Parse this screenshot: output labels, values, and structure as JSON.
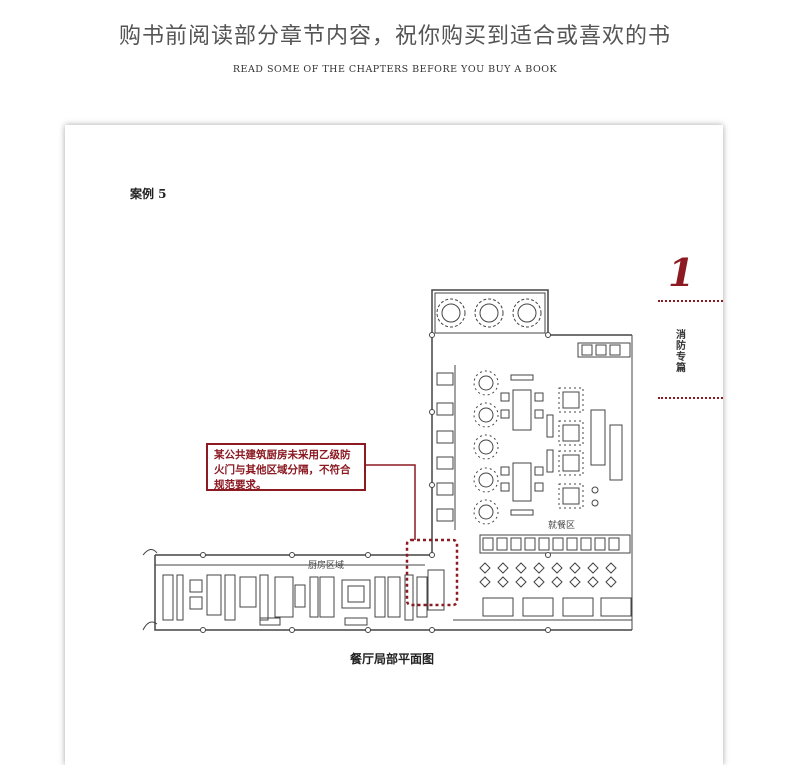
{
  "header": {
    "title": "购书前阅读部分章节内容，祝你购买到适合或喜欢的书",
    "subtitle": "READ SOME OF THE CHAPTERS BEFORE YOU BUY A BOOK"
  },
  "page": {
    "case_label": "案例 5",
    "chapter_number": "1",
    "chapter_label": "消防专篇",
    "annotation": "某公共建筑厨房未采用乙级防火门与其他区域分隔，不符合规范要求。",
    "plan_labels": {
      "kitchen": "厨房区域",
      "dining": "就餐区"
    },
    "caption": "餐厅局部平面图"
  },
  "colors": {
    "accent": "#8b1a22",
    "text": "#555555"
  }
}
